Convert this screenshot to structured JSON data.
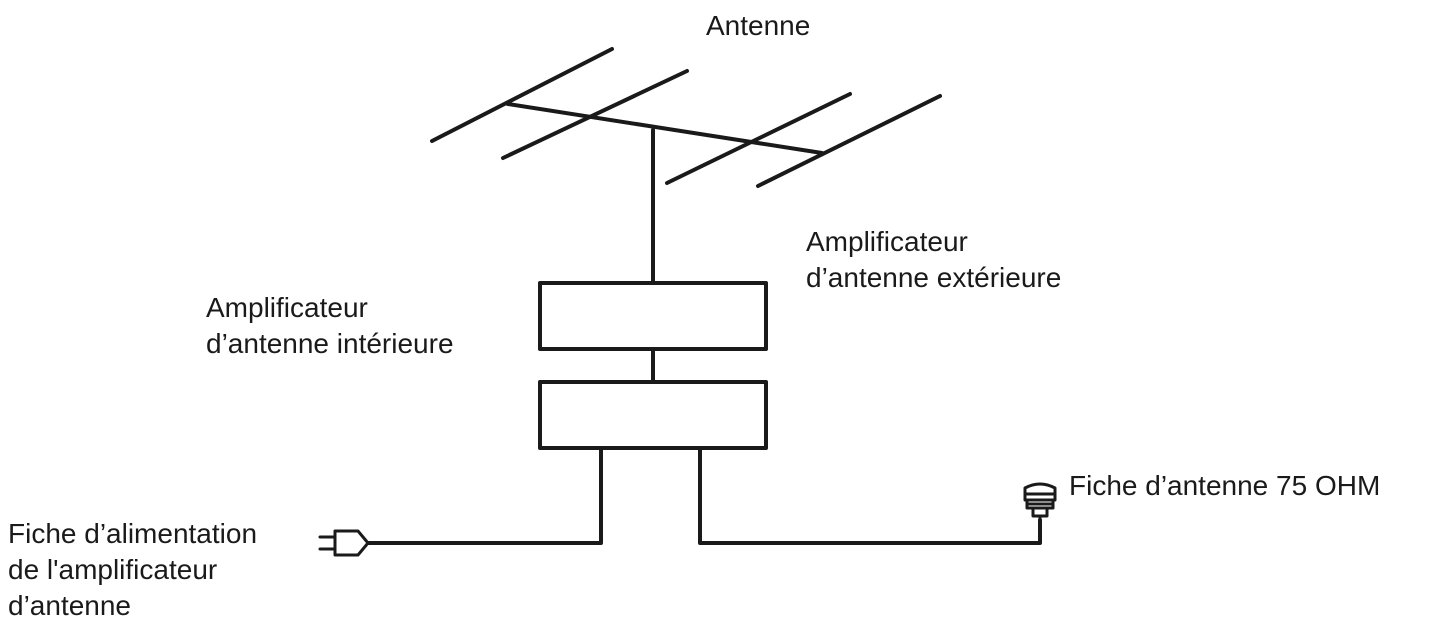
{
  "labels": {
    "antenna": "Antenne",
    "outdoor_amplifier": [
      "Amplificateur",
      "d’antenne extérieure"
    ],
    "indoor_amplifier": [
      "Amplificateur",
      "d’antenne intérieure"
    ],
    "antenna_plug": "Fiche d’antenne 75 OHM",
    "power_plug": [
      "Fiche d’alimentation",
      "de l'amplificateur",
      "d’antenne"
    ]
  },
  "colors": {
    "stroke": "#1a1a1a",
    "background": "#ffffff"
  }
}
